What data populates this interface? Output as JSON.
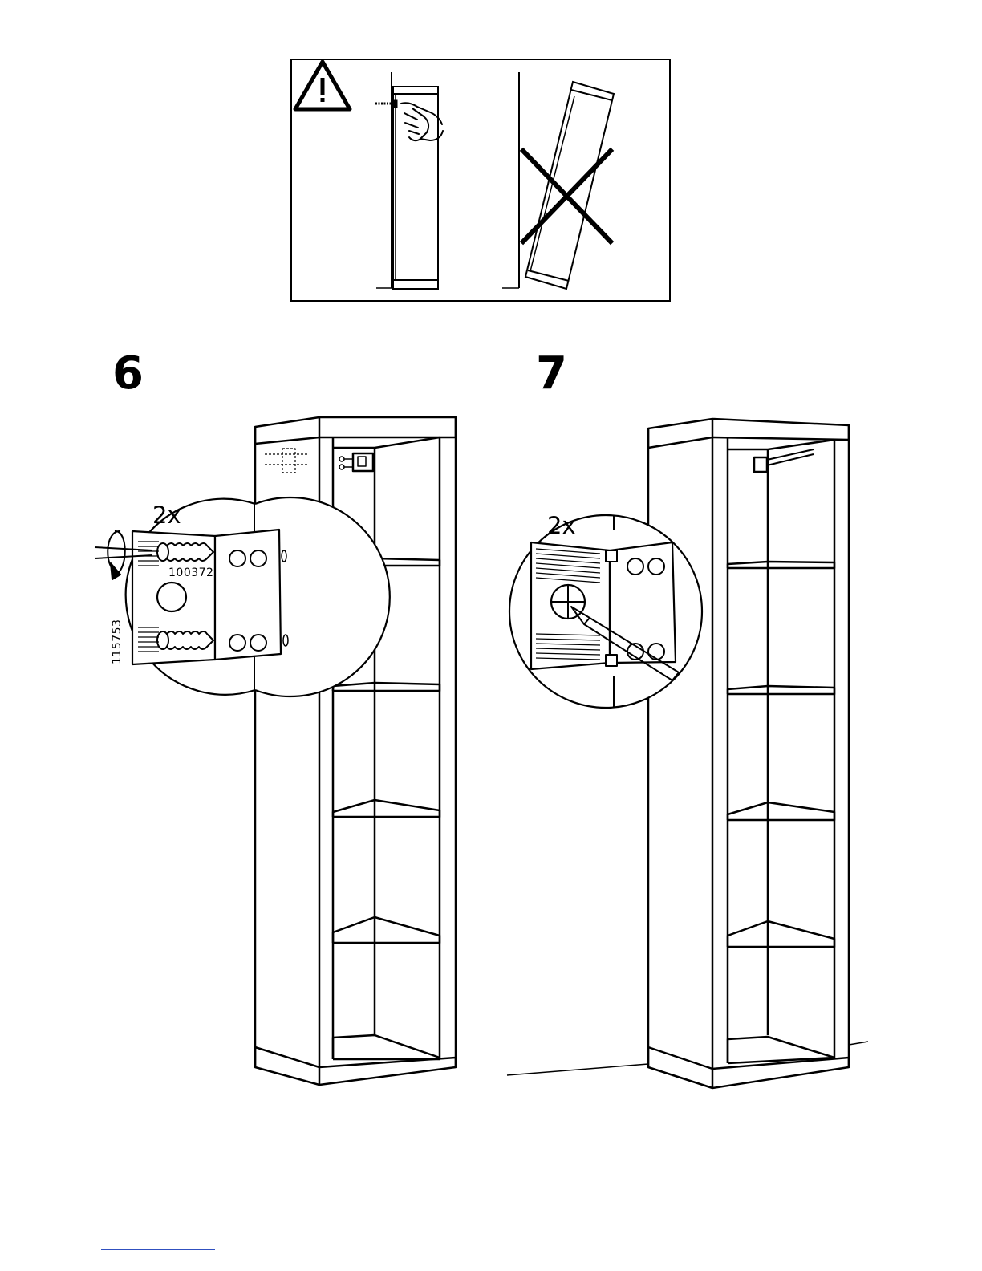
{
  "warning": {
    "icon": "warning-triangle-icon",
    "correct": "wall-anchored-shelf",
    "incorrect": "tipping-shelf-crossed"
  },
  "step6": {
    "number": "6",
    "quantity": "2x",
    "part_screw": "100372",
    "part_bracket": "115753"
  },
  "step7": {
    "number": "7",
    "quantity": "2x"
  }
}
